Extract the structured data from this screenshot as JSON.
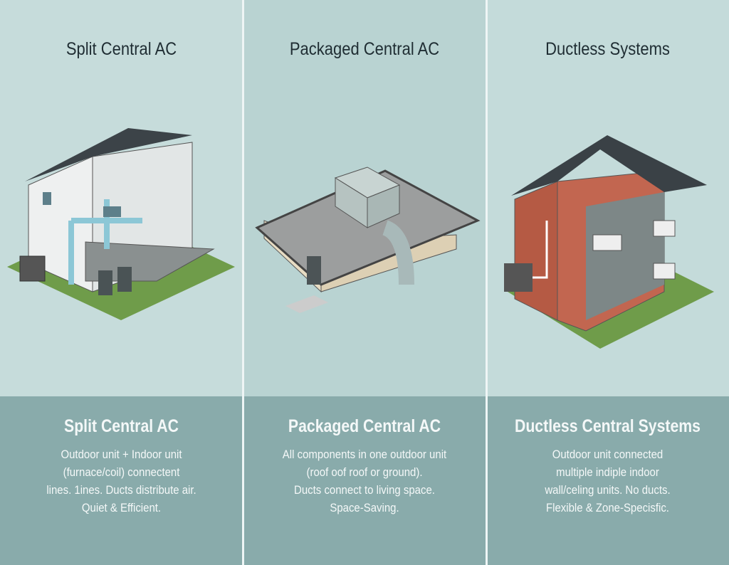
{
  "panels": [
    {
      "heading": "Split Central AC",
      "title": "Split Central AC",
      "lines": [
        "Outdoor unit + Indoor unit",
        "(furnace/coil) connectent",
        "lines. 1ines. Ducts distribute air.",
        "Quiet & Efficient."
      ]
    },
    {
      "heading": "Packaged Central AC",
      "title": "Packaged Central AC",
      "lines": [
        "All components in one outdoor unit",
        "(roof oof roof or ground).",
        "Ducts connect to living space.",
        "Space-Saving."
      ]
    },
    {
      "heading": "Ductless Systems",
      "title": "Ductless Central Systems",
      "lines": [
        "Outdoor unit connected",
        "multiple indiple indoor",
        "wall/celing units. No ducts.",
        "Flexible & Zone-Specisfic."
      ]
    }
  ]
}
